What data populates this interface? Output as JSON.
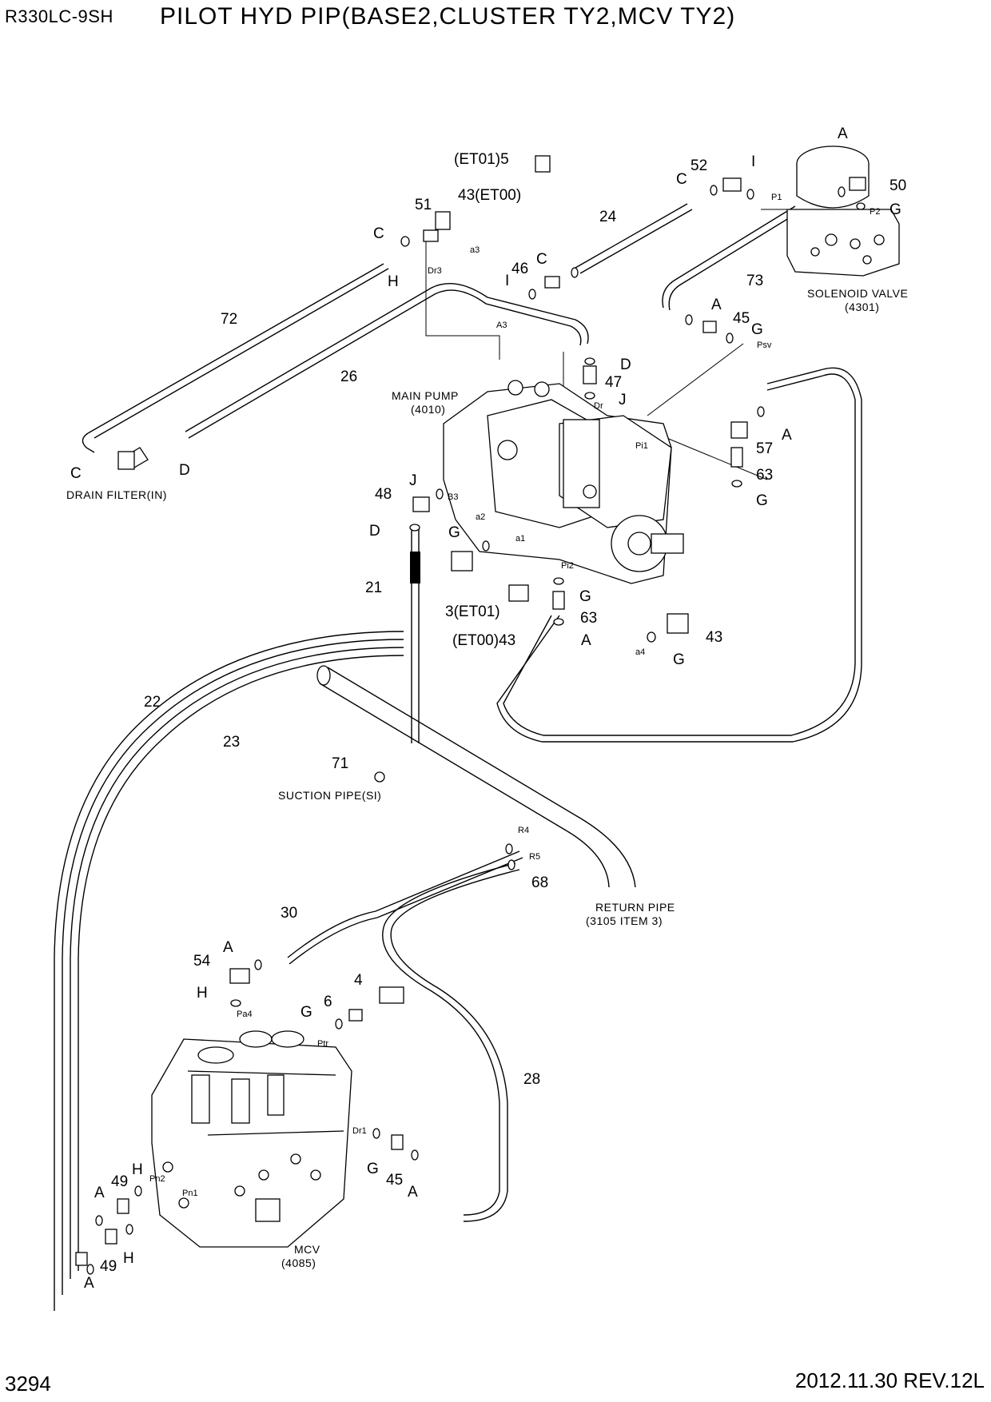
{
  "header": {
    "model": "R330LC-9SH",
    "title": "PILOT HYD PIP(BASE2,CLUSTER TY2,MCV TY2)"
  },
  "footer": {
    "page": "3294",
    "date_rev": "2012.11.30  REV.12L"
  },
  "notes": {
    "main_pump": "MAIN PUMP",
    "main_pump_ref": "(4010)",
    "solenoid_valve": "SOLENOID VALVE",
    "solenoid_valve_ref": "(4301)",
    "drain_filter": "DRAIN FILTER(IN)",
    "suction_pipe": "SUCTION PIPE(SI)",
    "return_pipe": "RETURN PIPE",
    "return_pipe_ref": "(3105 ITEM 3)",
    "mcv": "MCV",
    "mcv_ref": "(4085)"
  },
  "callouts": [
    {
      "id": "c1",
      "text": "(ET01)5"
    },
    {
      "id": "c2",
      "text": "43(ET00)"
    },
    {
      "id": "c3",
      "text": "51"
    },
    {
      "id": "c4",
      "text": "C"
    },
    {
      "id": "c5",
      "text": "H"
    },
    {
      "id": "c6",
      "text": "72"
    },
    {
      "id": "c7",
      "text": "26"
    },
    {
      "id": "c8",
      "text": "C"
    },
    {
      "id": "c9",
      "text": "D"
    },
    {
      "id": "c10",
      "text": "52"
    },
    {
      "id": "c11",
      "text": "C"
    },
    {
      "id": "c12",
      "text": "I"
    },
    {
      "id": "c13",
      "text": "A"
    },
    {
      "id": "c14",
      "text": "50"
    },
    {
      "id": "c15",
      "text": "G"
    },
    {
      "id": "c16",
      "text": "24"
    },
    {
      "id": "c17",
      "text": "C"
    },
    {
      "id": "c18",
      "text": "46"
    },
    {
      "id": "c19",
      "text": "I"
    },
    {
      "id": "c20",
      "text": "73"
    },
    {
      "id": "c21",
      "text": "A"
    },
    {
      "id": "c22",
      "text": "45"
    },
    {
      "id": "c23",
      "text": "G"
    },
    {
      "id": "c24",
      "text": "D"
    },
    {
      "id": "c25",
      "text": "47"
    },
    {
      "id": "c26",
      "text": "J"
    },
    {
      "id": "c27",
      "text": "A"
    },
    {
      "id": "c28",
      "text": "57"
    },
    {
      "id": "c29",
      "text": "63"
    },
    {
      "id": "c30",
      "text": "G"
    },
    {
      "id": "c31",
      "text": "48"
    },
    {
      "id": "c32",
      "text": "J"
    },
    {
      "id": "c33",
      "text": "D"
    },
    {
      "id": "c34",
      "text": "G"
    },
    {
      "id": "c35",
      "text": "21"
    },
    {
      "id": "c36",
      "text": "3(ET01)"
    },
    {
      "id": "c37",
      "text": "(ET00)43"
    },
    {
      "id": "c38",
      "text": "G"
    },
    {
      "id": "c39",
      "text": "63"
    },
    {
      "id": "c40",
      "text": "A"
    },
    {
      "id": "c41",
      "text": "43"
    },
    {
      "id": "c42",
      "text": "G"
    },
    {
      "id": "c43",
      "text": "22"
    },
    {
      "id": "c44",
      "text": "23"
    },
    {
      "id": "c45",
      "text": "71"
    },
    {
      "id": "c46",
      "text": "68"
    },
    {
      "id": "c47",
      "text": "30"
    },
    {
      "id": "c48",
      "text": "A"
    },
    {
      "id": "c49",
      "text": "54"
    },
    {
      "id": "c50",
      "text": "4"
    },
    {
      "id": "c51",
      "text": "H"
    },
    {
      "id": "c52",
      "text": "6"
    },
    {
      "id": "c53",
      "text": "G"
    },
    {
      "id": "c54",
      "text": "28"
    },
    {
      "id": "c55",
      "text": "G"
    },
    {
      "id": "c56",
      "text": "45"
    },
    {
      "id": "c57",
      "text": "A"
    },
    {
      "id": "c58",
      "text": "49"
    },
    {
      "id": "c59",
      "text": "H"
    },
    {
      "id": "c60",
      "text": "A"
    },
    {
      "id": "c61",
      "text": "49"
    },
    {
      "id": "c62",
      "text": "H"
    },
    {
      "id": "c63",
      "text": "A"
    }
  ],
  "ports": [
    {
      "id": "p1",
      "text": "Dr3"
    },
    {
      "id": "p2",
      "text": "a3"
    },
    {
      "id": "p3",
      "text": "A3"
    },
    {
      "id": "p4",
      "text": "P1"
    },
    {
      "id": "p5",
      "text": "P2"
    },
    {
      "id": "p6",
      "text": "Psv"
    },
    {
      "id": "p7",
      "text": "Dr"
    },
    {
      "id": "p8",
      "text": "Pi1"
    },
    {
      "id": "p9",
      "text": "B3"
    },
    {
      "id": "p10",
      "text": "a2"
    },
    {
      "id": "p11",
      "text": "a1"
    },
    {
      "id": "p12",
      "text": "Pi2"
    },
    {
      "id": "p13",
      "text": "a4"
    },
    {
      "id": "p14",
      "text": "R4"
    },
    {
      "id": "p15",
      "text": "R5"
    },
    {
      "id": "p16",
      "text": "Pa4"
    },
    {
      "id": "p17",
      "text": "Ptr"
    },
    {
      "id": "p18",
      "text": "Dr1"
    },
    {
      "id": "p19",
      "text": "Pn2"
    },
    {
      "id": "p20",
      "text": "Pn1"
    }
  ]
}
